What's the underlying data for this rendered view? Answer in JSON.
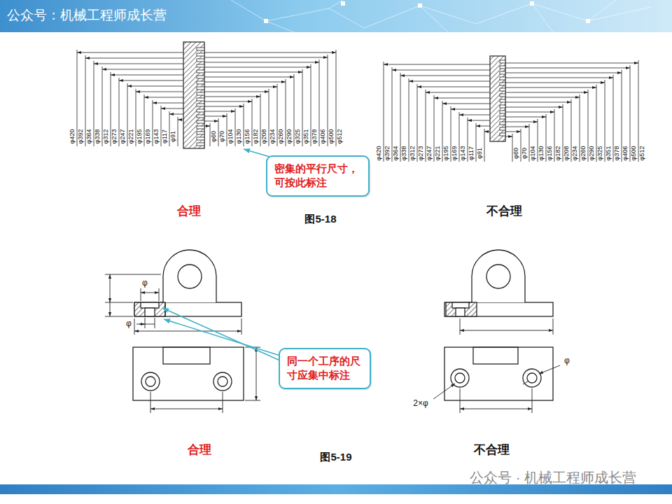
{
  "diagram": {
    "nodes": [
      {
        "text": [
          "密集的平行尺寸，可按此标注"
        ]
      },
      {
        "text": [
          "同一个工序的尺寸应集中标注"
        ]
      }
    ],
    "labels": [
      "公众号：机械工程师成长营",
      "φ420",
      "φ392",
      "φ364",
      "φ338",
      "φ312",
      "φ273",
      "φ247",
      "φ221",
      "φ195",
      "φ169",
      "φ143",
      "φ117",
      "φ91",
      "φ60",
      "φ70",
      "φ104",
      "φ130",
      "φ156",
      "φ182",
      "φ208",
      "φ234",
      "φ260",
      "φ290",
      "φ325",
      "φ351",
      "φ378",
      "φ406",
      "φ500",
      "φ512",
      "合理",
      "图5-18",
      "φ420",
      "φ392",
      "φ364",
      "φ338",
      "φ312",
      "φ273",
      "φ247",
      "φ221",
      "φ195",
      "φ169",
      "φ143",
      "φ117",
      "φ91",
      "φ60",
      "φ70",
      "φ104",
      "φ130",
      "φ156",
      "φ182",
      "φ208",
      "φ234",
      "φ260",
      "φ290",
      "φ325",
      "φ351",
      "φ378",
      "φ406",
      "φ500",
      "φ512",
      "不合理",
      "φ",
      "φ",
      "合理",
      "图5-19",
      "φ",
      "2×φ",
      "不合理",
      "公众号 · 机械工程师成长营"
    ]
  }
}
